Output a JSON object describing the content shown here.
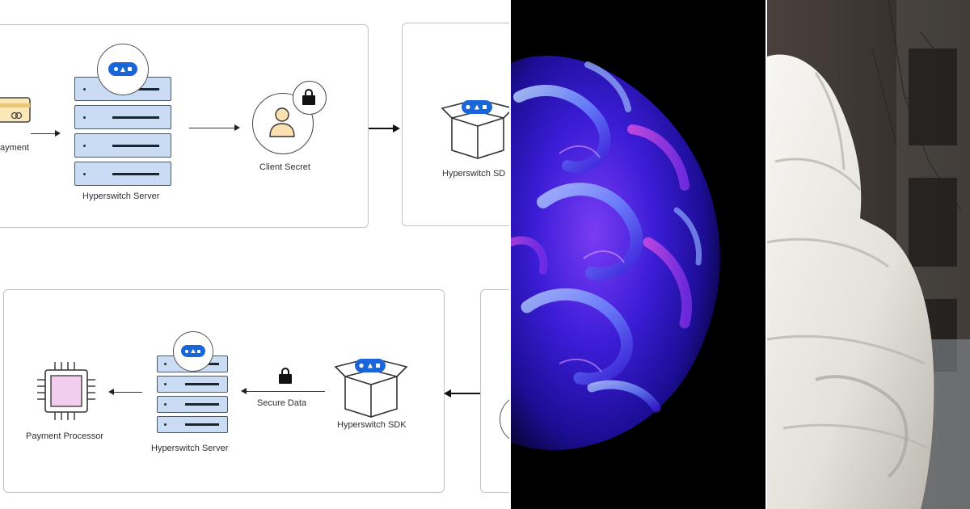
{
  "diagram": {
    "top_row": {
      "payment_label": "ayment",
      "server_label": "Hyperswitch Server",
      "client_secret_label": "Client Secret",
      "sdk_label": "Hyperswitch SD"
    },
    "bottom_row": {
      "processor_label": "Payment Processor",
      "server_label": "Hyperswitch Server",
      "secure_data_label": "Secure Data",
      "sdk_label": "Hyperswitch SDK"
    },
    "icons": [
      "credit-card-icon",
      "server-icon",
      "dots-badge-icon",
      "user-icon",
      "lock-icon",
      "open-box-icon",
      "chip-icon"
    ],
    "colors": {
      "accent_blue": "#1a66d8",
      "rack_fill": "#c9dcf4",
      "border": "#bfc3c8"
    }
  },
  "abstract_art": {
    "colors": [
      "#2a18c8",
      "#6a2cf0",
      "#c04ad8",
      "#8fb8ff"
    ]
  },
  "photo": {
    "subject": "white-puffer-jacket",
    "colors": [
      "#f2f0ec",
      "#3a3633",
      "#6b6560"
    ]
  }
}
